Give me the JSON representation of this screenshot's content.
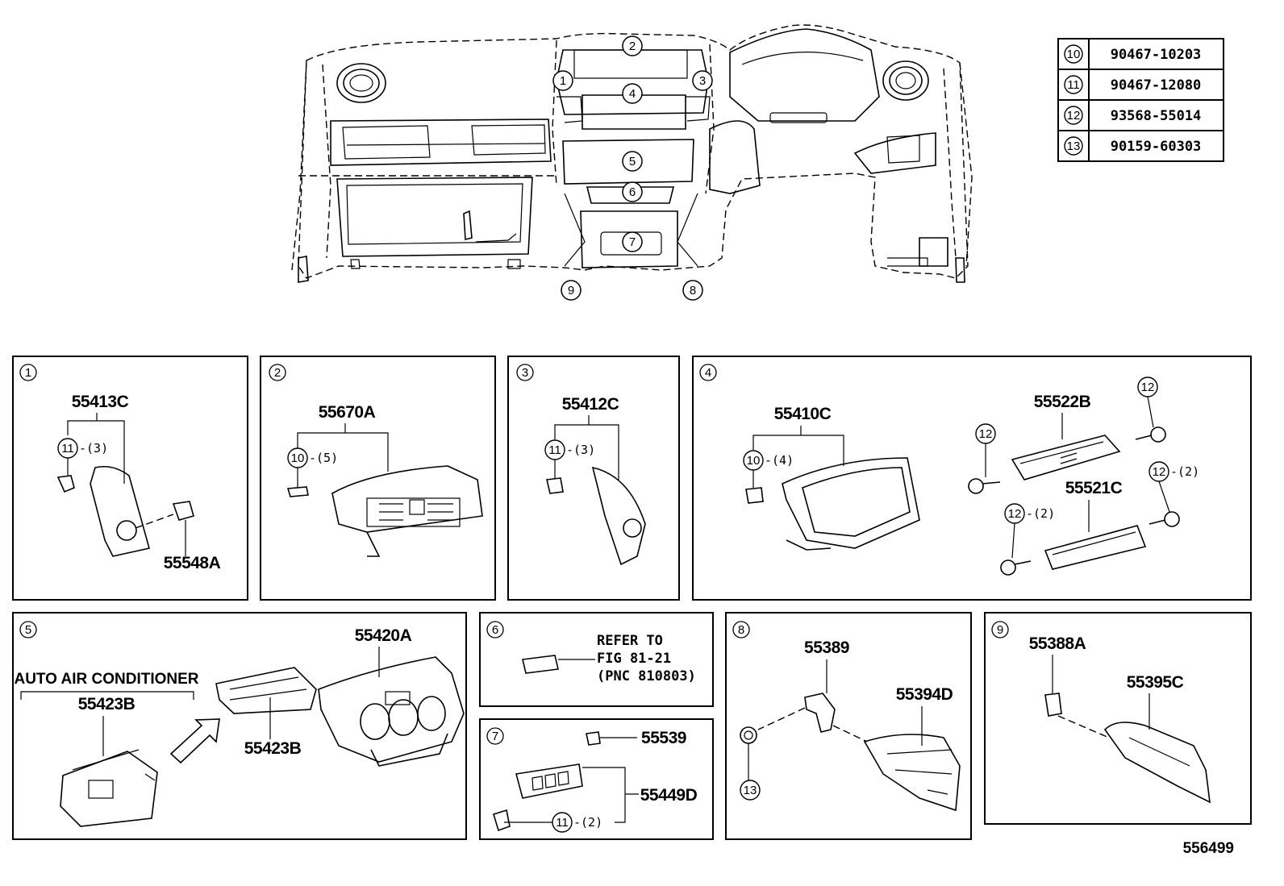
{
  "diagram_code": "556499",
  "main_callouts": [
    "1",
    "2",
    "3",
    "4",
    "5",
    "6",
    "7",
    "8",
    "9"
  ],
  "legend": [
    {
      "ref": "10",
      "part_no": "90467-10203"
    },
    {
      "ref": "11",
      "part_no": "90467-12080"
    },
    {
      "ref": "12",
      "part_no": "93568-55014"
    },
    {
      "ref": "13",
      "part_no": "90159-60303"
    }
  ],
  "panels": {
    "p1": {
      "num": "1",
      "parts": [
        "55413C",
        "55548A"
      ],
      "clip_ref": "11",
      "clip_qty": "-(3)"
    },
    "p2": {
      "num": "2",
      "parts": [
        "55670A"
      ],
      "clip_ref": "10",
      "clip_qty": "-(5)"
    },
    "p3": {
      "num": "3",
      "parts": [
        "55412C"
      ],
      "clip_ref": "11",
      "clip_qty": "-(3)"
    },
    "p4": {
      "num": "4",
      "parts": [
        "55410C",
        "55522B",
        "55521C"
      ],
      "clip_ref": "10",
      "clip_qty": "-(4)",
      "screw_ref": "12",
      "screw_qty": "-(2)"
    },
    "p5": {
      "num": "5",
      "note": "AUTO AIR CONDITIONER",
      "parts": [
        "55420A",
        "55423B",
        "55423B"
      ]
    },
    "p6": {
      "num": "6",
      "refer": [
        "REFER TO",
        "FIG 81-21",
        "(PNC 810803)"
      ]
    },
    "p7": {
      "num": "7",
      "parts": [
        "55539",
        "55449D"
      ],
      "clip_ref": "11",
      "clip_qty": "-(2)"
    },
    "p8": {
      "num": "8",
      "parts": [
        "55389",
        "55394D"
      ],
      "bolt_ref": "13"
    },
    "p9": {
      "num": "9",
      "parts": [
        "55388A",
        "55395C"
      ]
    }
  },
  "colors": {
    "ink": "#000000",
    "paper": "#ffffff"
  }
}
